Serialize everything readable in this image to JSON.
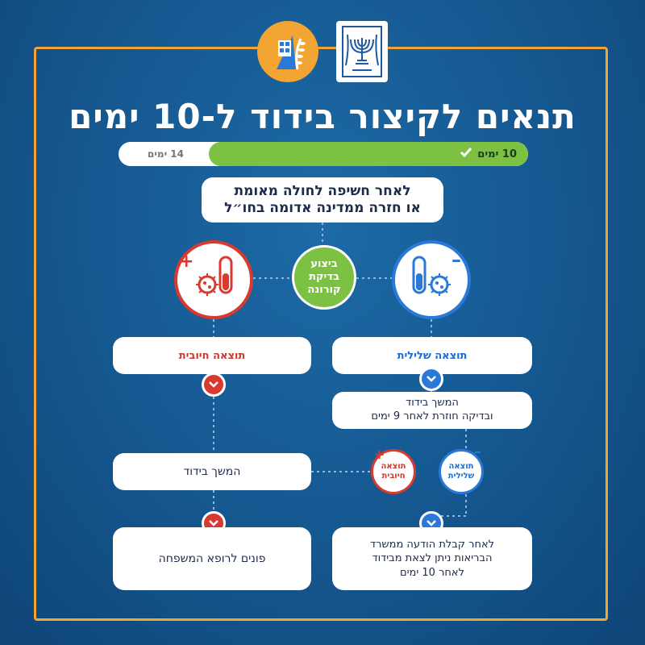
{
  "title": "תנאים לקיצור בידוד ל-10 ימים",
  "timeline": {
    "filled_label": "10 ימים",
    "end_label": "14 ימים",
    "filled_fraction": 0.78
  },
  "top_box": {
    "line1": "לאחר חשיפה לחולה מאומת",
    "line2": "או חזרה ממדינה אדומה בחו״ל"
  },
  "test_circle": {
    "line1": "ביצוע",
    "line2": "בדיקת",
    "line3": "קורונה"
  },
  "negative_result": "תוצאה שלילית",
  "positive_result": "תוצאה חיובית",
  "continue_and_test": {
    "line1": "המשך בידוד",
    "line2": "ובדיקה חוזרת לאחר 9 ימים"
  },
  "small_positive": {
    "line1": "תוצאה",
    "line2": "חיובית"
  },
  "small_negative": {
    "line1": "תוצאה",
    "line2": "שלילית"
  },
  "continue_isolation": "המשך בידוד",
  "contact_doctor": "פונים לרופא המשפחה",
  "release": {
    "line1": "לאחר קבלת הודעה ממשרד",
    "line2": "הבריאות ניתן לצאת מבידוד",
    "line3": "לאחר 10 ימים"
  },
  "colors": {
    "background": "#165a93",
    "frame": "#f2a532",
    "green": "#7cc142",
    "red": "#d93a2f",
    "blue": "#2a78d8"
  },
  "icons": {
    "emblem": "state-emblem-icon",
    "ministry": "ministry-logo-icon",
    "test_tube_positive": "test-tube-virus-icon",
    "test_tube_negative": "test-tube-virus-icon",
    "check": "check-icon",
    "chevron": "chevron-down-icon"
  }
}
